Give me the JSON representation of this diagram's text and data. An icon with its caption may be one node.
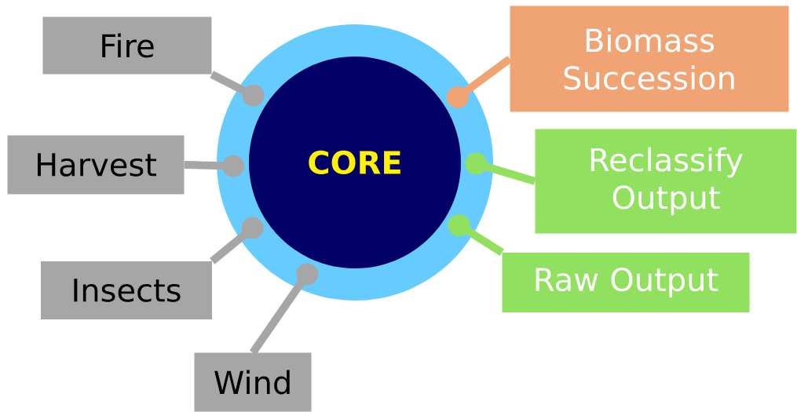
{
  "diagram": {
    "nodes": [
      {
        "text": [],
        "shape": "circle"
      },
      {
        "text": [
          "CORE"
        ],
        "in": 0
      },
      {
        "text": [
          "Fire"
        ]
      },
      {
        "text": [
          "Harvest"
        ]
      },
      {
        "text": [
          "Insects"
        ]
      },
      {
        "text": [
          "Wind"
        ]
      },
      {
        "text": [
          "Biomass Succession"
        ]
      },
      {
        "text": [
          "Reclassify Output"
        ]
      },
      {
        "text": [
          "Raw Output"
        ]
      }
    ],
    "edges": [
      {
        "from": 2,
        "to": 0,
        "arrow": "other"
      },
      {
        "from": 3,
        "to": 0,
        "arrow": "other"
      },
      {
        "from": 4,
        "to": 0,
        "arrow": "other"
      },
      {
        "from": 5,
        "to": 0,
        "arrow": "other"
      },
      {
        "from": 6,
        "to": 0,
        "arrow": "other",
        "color": "#f0a473"
      },
      {
        "from": 7,
        "to": 0,
        "arrow": "other",
        "color": "#92e060"
      },
      {
        "from": 8,
        "to": 0,
        "arrow": "other",
        "color": "#92e060"
      }
    ]
  }
}
